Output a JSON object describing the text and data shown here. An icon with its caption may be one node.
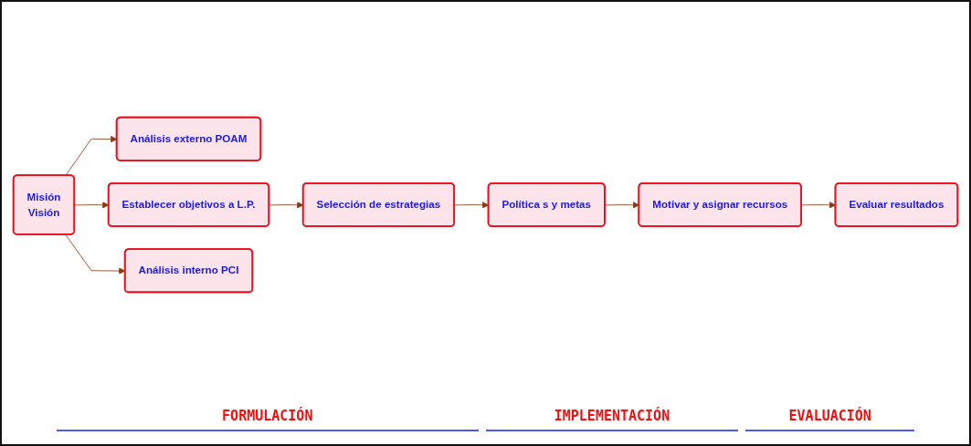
{
  "diagram": {
    "nodes": [
      {
        "text": [
          "Misión",
          "Visión"
        ]
      },
      {
        "text": [
          "Análisis externo POAM"
        ]
      },
      {
        "text": [
          "Establecer objetivos a L.P."
        ]
      },
      {
        "text": [
          "Análisis interno PCI"
        ]
      },
      {
        "text": [
          "Selección de estrategias"
        ]
      },
      {
        "text": [
          "Política s y metas"
        ]
      },
      {
        "text": [
          "Motivar y asignar recursos"
        ]
      },
      {
        "text": [
          "Evaluar resultados"
        ]
      }
    ],
    "edges": [
      {
        "from": 0,
        "to": 1,
        "arrow": "to"
      },
      {
        "from": 0,
        "to": 2,
        "arrow": "to"
      },
      {
        "from": 0,
        "to": 3,
        "arrow": "to"
      },
      {
        "from": 2,
        "to": 4,
        "arrow": "to"
      },
      {
        "from": 4,
        "to": 5,
        "arrow": "to"
      },
      {
        "from": 5,
        "to": 6,
        "arrow": "to"
      },
      {
        "from": 6,
        "to": 7,
        "arrow": "to"
      }
    ],
    "labels": [
      "FORMULACIÓN",
      "IMPLEMENTACIÓN",
      "EVALUACIÓN"
    ]
  }
}
